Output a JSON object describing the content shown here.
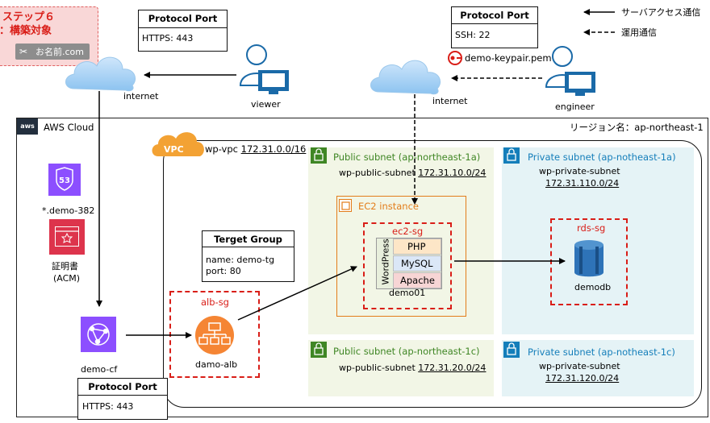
{
  "step": {
    "line1": "ステップ６",
    "line2": "：構築対象",
    "badge": "お名前.com"
  },
  "legend": {
    "server_access": "サーバアクセス通信",
    "operation": "運用通信"
  },
  "top_left_port": {
    "title": "Protocol Port",
    "value": "HTTPS: 443"
  },
  "top_right_port": {
    "title": "Protocol Port",
    "value": "SSH: 22"
  },
  "keypair": "demo-keypair.pem",
  "internet_left": "internet",
  "internet_right": "internet",
  "viewer": "viewer",
  "engineer": "engineer",
  "aws_cloud": "AWS Cloud",
  "region": "リージョン名：ap-northeast-1",
  "vpc": {
    "badge": "VPC",
    "name": "wp-vpc ",
    "cidr": "172.31.0.0/16"
  },
  "route53": {
    "label": "*.demo-382",
    "icon_text": "53"
  },
  "acm": {
    "label1": "証明書",
    "label2": "(ACM)"
  },
  "cloudfront": {
    "label": "demo-cf"
  },
  "bottom_port": {
    "title": "Protocol Port",
    "value": "HTTPS: 443"
  },
  "target_group": {
    "title": "Terget Group",
    "name": "name: demo-tg",
    "port": "port: 80"
  },
  "alb_sg": {
    "label": "alb-sg",
    "alb": "damo-alb"
  },
  "pub1a": {
    "title": "Public subnet (ap-northeast-1a)",
    "name": "wp-public-subnet ",
    "cidr": "172.31.10.0/24"
  },
  "pub1c": {
    "title": "Public subnet (ap-northeast-1c)",
    "name": "wp-public-subnet ",
    "cidr": "172.31.20.0/24"
  },
  "priv1a": {
    "title": "Private subnet (ap-notheast-1a)",
    "name": "wp-private-subnet",
    "cidr": "172.31.110.0/24"
  },
  "priv1c": {
    "title": "Private subnet (ap-notheast-1c)",
    "name": "wp-private-subnet",
    "cidr": "172.31.120.0/24"
  },
  "ec2": {
    "title": "EC2 instance",
    "sg": "ec2-sg",
    "wordpress": "WordPress",
    "php": "PHP",
    "mysql": "MySQL",
    "apache": "Apache",
    "name": "demo01"
  },
  "rds": {
    "sg": "rds-sg",
    "name": "demodb"
  },
  "colors": {
    "public_subnet": "#f2f6e6",
    "private_subnet": "#e5f3f6",
    "sg_red": "#d91e18",
    "ec2_orange": "#e37d1a",
    "aws_purple": "#8c4fff",
    "public_green": "#3f8624",
    "private_blue": "#147eba"
  }
}
